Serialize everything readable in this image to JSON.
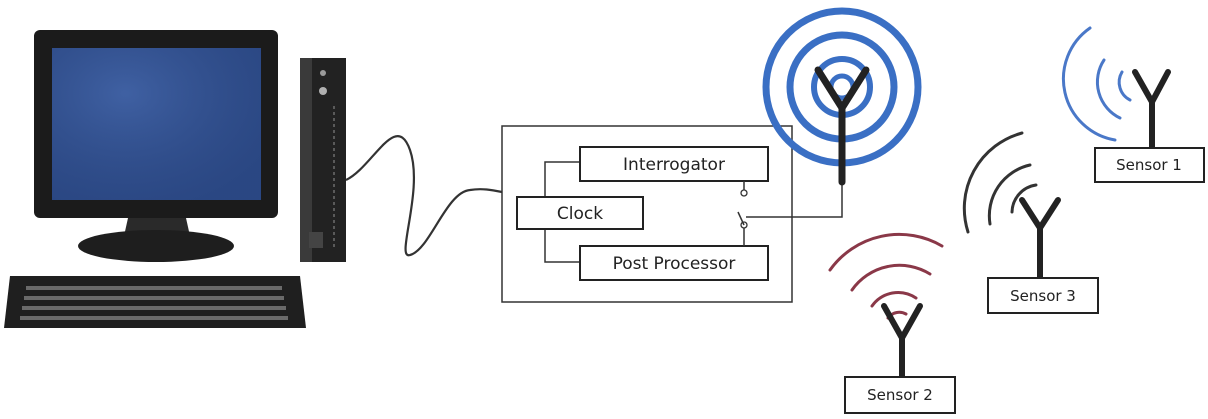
{
  "blocks": {
    "interrogator": "Interrogator",
    "clock": "Clock",
    "post_processor": "Post Processor"
  },
  "sensors": {
    "sensor1": "Sensor 1",
    "sensor2": "Sensor 2",
    "sensor3": "Sensor 3"
  },
  "colors": {
    "reader_waves": "#3a6fc4",
    "sensor1_waves": "#4a78c8",
    "sensor2_waves": "#8a3848",
    "sensor3_waves": "#333333",
    "screen": "#2f4f8f"
  }
}
